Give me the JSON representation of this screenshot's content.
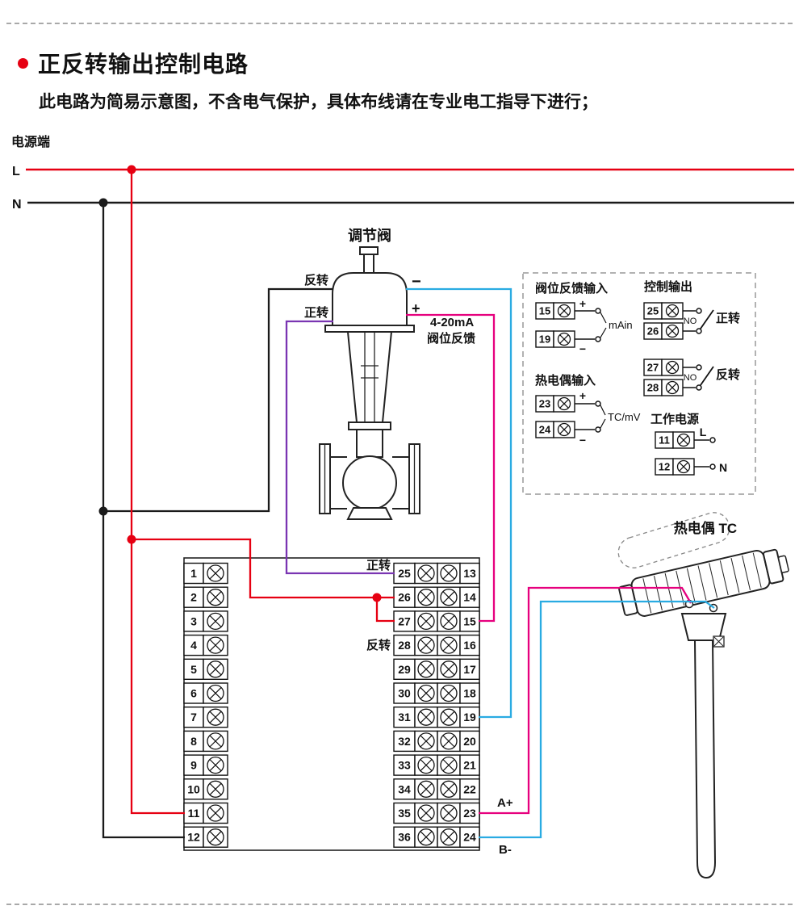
{
  "colors": {
    "red": "#e60012",
    "black": "#1a1a1a",
    "purple": "#7a35b2",
    "magenta": "#e6007e",
    "blue": "#29abe2",
    "gray": "#999999",
    "ink": "#111111"
  },
  "page": {
    "title": "正反转输出控制电路",
    "subtitle": "此电路为简易示意图，不含电气保护，具体布线请在专业电工指导下进行；"
  },
  "power": {
    "label": "电源端",
    "l": "L",
    "n": "N"
  },
  "valve": {
    "label": "调节阀",
    "reverse": "反转",
    "forward": "正转",
    "minus": "−",
    "plus": "+",
    "feedback_line1": "4-20mA",
    "feedback_line2": "阀位反馈"
  },
  "info_box": {
    "valve_feedback": {
      "title": "阀位反馈输入",
      "terminals": [
        "15",
        "19"
      ],
      "plus": "+",
      "minus": "−",
      "signal": "mAin"
    },
    "control_output": {
      "title": "控制输出",
      "forward": {
        "terminals": [
          "25",
          "26"
        ],
        "contact": "NO",
        "label": "正转"
      },
      "reverse": {
        "terminals": [
          "27",
          "28"
        ],
        "contact": "NO",
        "label": "反转"
      }
    },
    "tc_input": {
      "title": "热电偶输入",
      "terminals": [
        "23",
        "24"
      ],
      "plus": "+",
      "minus": "−",
      "signal": "TC/mV"
    },
    "work_power": {
      "title": "工作电源",
      "terminals": [
        "11",
        "12"
      ],
      "l": "L",
      "n": "N"
    }
  },
  "terminal_strip": {
    "left": [
      "1",
      "2",
      "3",
      "4",
      "5",
      "6",
      "7",
      "8",
      "9",
      "10",
      "11",
      "12"
    ],
    "inner": [
      "25",
      "26",
      "27",
      "28",
      "29",
      "30",
      "31",
      "32",
      "33",
      "34",
      "35",
      "36"
    ],
    "outer": [
      "13",
      "14",
      "15",
      "16",
      "17",
      "18",
      "19",
      "20",
      "21",
      "22",
      "23",
      "24"
    ],
    "forward_label": "正转",
    "reverse_label": "反转",
    "a_plus": "A+",
    "b_minus": "B-"
  },
  "thermocouple": {
    "label": "热电偶 TC"
  }
}
